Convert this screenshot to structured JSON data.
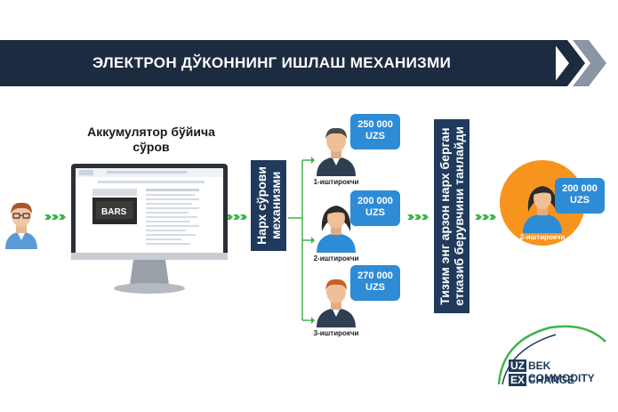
{
  "header": {
    "title": "ЭЛЕКТРОН ДЎКОННИНГ ИШЛАШ МЕХАНИЗМИ"
  },
  "request": {
    "title_line1": "Аккумулятор бўйича",
    "title_line2": "сўров"
  },
  "mechanism": {
    "line1": "Нарх сўрови",
    "line2": "механизми"
  },
  "selection": {
    "line1": "Тизим энг арзон нарх берган",
    "line2": "етказиб берувчини танлайди"
  },
  "participants": [
    {
      "label": "1-иштирокчи",
      "price": "250 000",
      "currency": "UZS"
    },
    {
      "label": "2-иштирокчи",
      "price": "200 000",
      "currency": "UZS"
    },
    {
      "label": "3-иштирокчи",
      "price": "270 000",
      "currency": "UZS"
    }
  ],
  "winner": {
    "label": "2-иштирокчи",
    "price": "200 000",
    "currency": "UZS"
  },
  "product": {
    "brand": "BARS"
  },
  "logo": {
    "box1": "UZ",
    "text1": "BEK COMMODITY",
    "box2": "EX",
    "text2": "CHANGE"
  },
  "colors": {
    "navy": "#1d2b41",
    "blue": "#2e8bd6",
    "green": "#3cb64a",
    "orange": "#f7941d"
  }
}
